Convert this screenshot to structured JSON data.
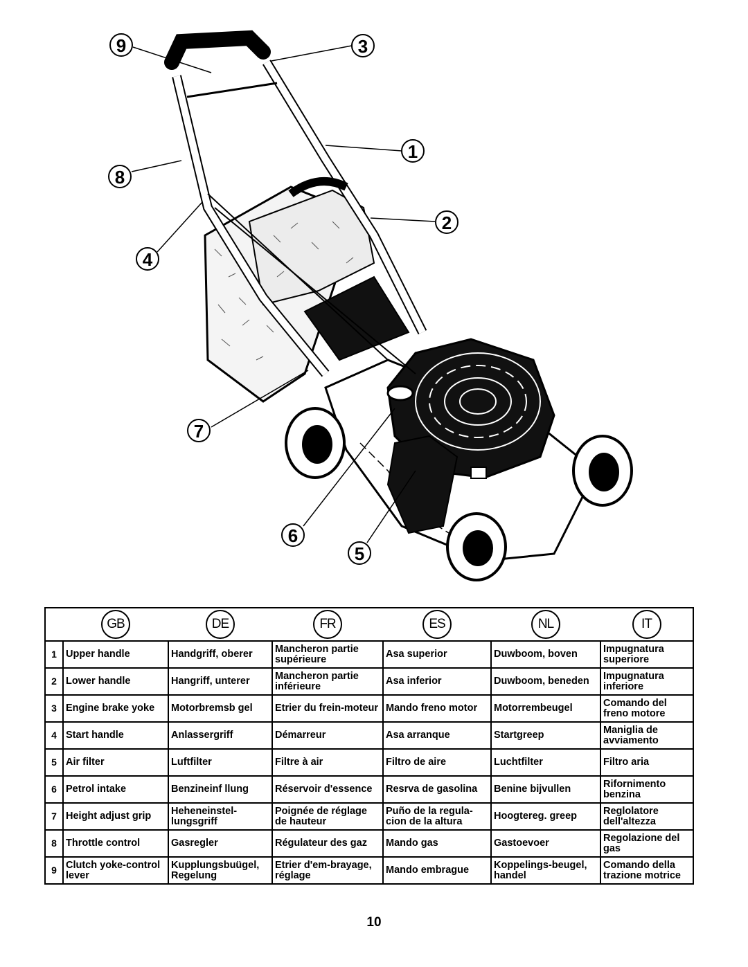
{
  "callouts": [
    "1",
    "2",
    "3",
    "4",
    "5",
    "6",
    "7",
    "8",
    "9"
  ],
  "languages": [
    "GB",
    "DE",
    "FR",
    "ES",
    "NL",
    "IT"
  ],
  "parts": [
    {
      "num": "1",
      "names": [
        "Upper handle",
        "Handgriff, oberer",
        "Mancheron partie supérieure",
        "Asa superior",
        "Duwboom, boven",
        "Impugnatura superiore"
      ]
    },
    {
      "num": "2",
      "names": [
        "Lower handle",
        "Hangriff, unterer",
        "Mancheron partie inférieure",
        "Asa inferior",
        "Duwboom, beneden",
        "Impugnatura inferiore"
      ]
    },
    {
      "num": "3",
      "names": [
        "Engine brake yoke",
        "Motorbremsb gel",
        "Etrier du frein-moteur",
        "Mando freno motor",
        "Motorrembeugel",
        "Comando del freno motore"
      ]
    },
    {
      "num": "4",
      "names": [
        "Start handle",
        "Anlassergriff",
        "Démarreur",
        "Asa arranque",
        "Startgreep",
        "Maniglia de avviamento"
      ]
    },
    {
      "num": "5",
      "names": [
        "Air filter",
        "Luftfilter",
        "Filtre à air",
        "Filtro de aire",
        "Luchtfilter",
        "Filtro aria"
      ]
    },
    {
      "num": "6",
      "names": [
        "Petrol intake",
        "Benzineinf llung",
        "Réservoir d'essence",
        "Resrva de gasolina",
        "Benine bijvullen",
        "Rifornimento benzina"
      ]
    },
    {
      "num": "7",
      "names": [
        "Height adjust grip",
        "Heheneinstel-lungsgriff",
        "Poignée de réglage de hauteur",
        "Puño de la regula-cion de la altura",
        "Hoogtereg. greep",
        "Reglolatore dell'altezza"
      ]
    },
    {
      "num": "8",
      "names": [
        "Throttle control",
        "Gasregler",
        "Régulateur des gaz",
        "Mando gas",
        "Gastoevoer",
        "Regolazione del gas"
      ]
    },
    {
      "num": "9",
      "names": [
        "Clutch yoke-control lever",
        "Kupplungsbuügel, Regelung",
        "Etrier d'em-brayage, réglage",
        "Mando embrague",
        "Koppelings-beugel, handel",
        "Comando della trazione motrice"
      ]
    }
  ],
  "page_number": "10"
}
